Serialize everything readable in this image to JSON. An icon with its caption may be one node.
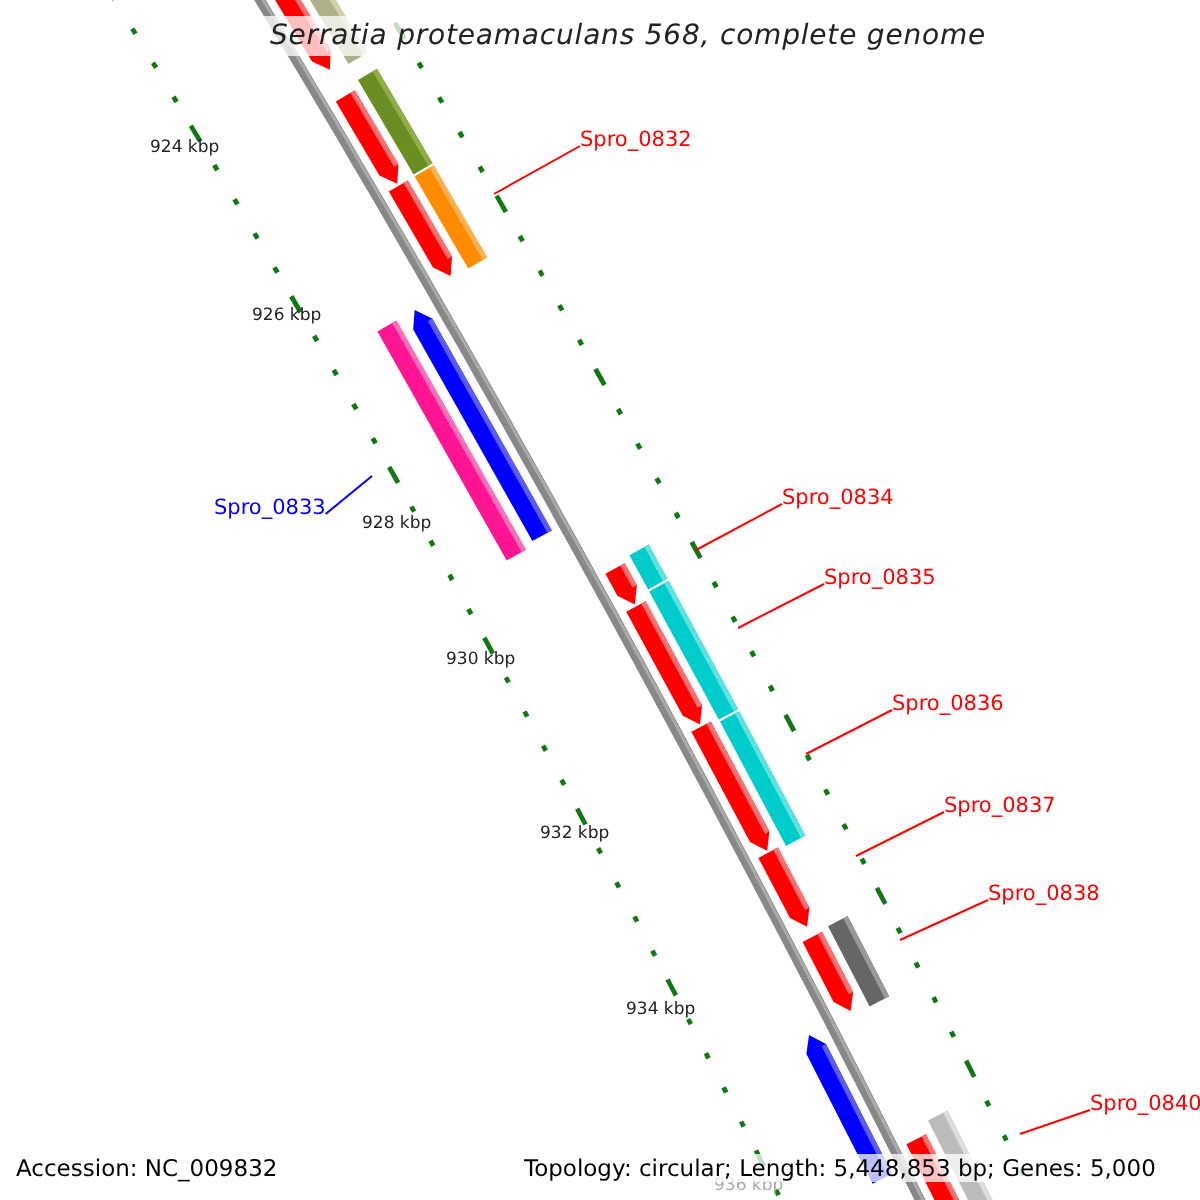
{
  "diagram": {
    "title": "Serratia proteamaculans 568, complete genome",
    "nodes": [
      {
        "text": [
          "Spro_0832"
        ]
      },
      {
        "text": [
          "Spro_0833"
        ]
      },
      {
        "text": [
          "Spro_0834"
        ]
      },
      {
        "text": [
          "Spro_0835"
        ]
      },
      {
        "text": [
          "Spro_0836"
        ]
      },
      {
        "text": [
          "Spro_0837"
        ]
      },
      {
        "text": [
          "Spro_0838"
        ]
      },
      {
        "text": [
          "Spro_0840"
        ]
      }
    ],
    "edges": [
      {
        "from": 0,
        "to": null,
        "arrow": "none"
      },
      {
        "from": 1,
        "to": null,
        "arrow": "none",
        "color": "#0000ff"
      },
      {
        "from": 2,
        "to": null,
        "arrow": "none"
      },
      {
        "from": 3,
        "to": null,
        "arrow": "none"
      },
      {
        "from": 4,
        "to": null,
        "arrow": "none"
      },
      {
        "from": 5,
        "to": null,
        "arrow": "none"
      },
      {
        "from": 6,
        "to": null,
        "arrow": "none"
      },
      {
        "from": 7,
        "to": null,
        "arrow": "none"
      }
    ],
    "labels": [
      "924 kbp",
      "926 kbp",
      "928 kbp",
      "930 kbp",
      "932 kbp",
      "934 kbp",
      "936 kbp",
      "Accession: NC_009832",
      "Topology: circular; Length: 5,448,853 bp; Genes: 5,000"
    ]
  }
}
